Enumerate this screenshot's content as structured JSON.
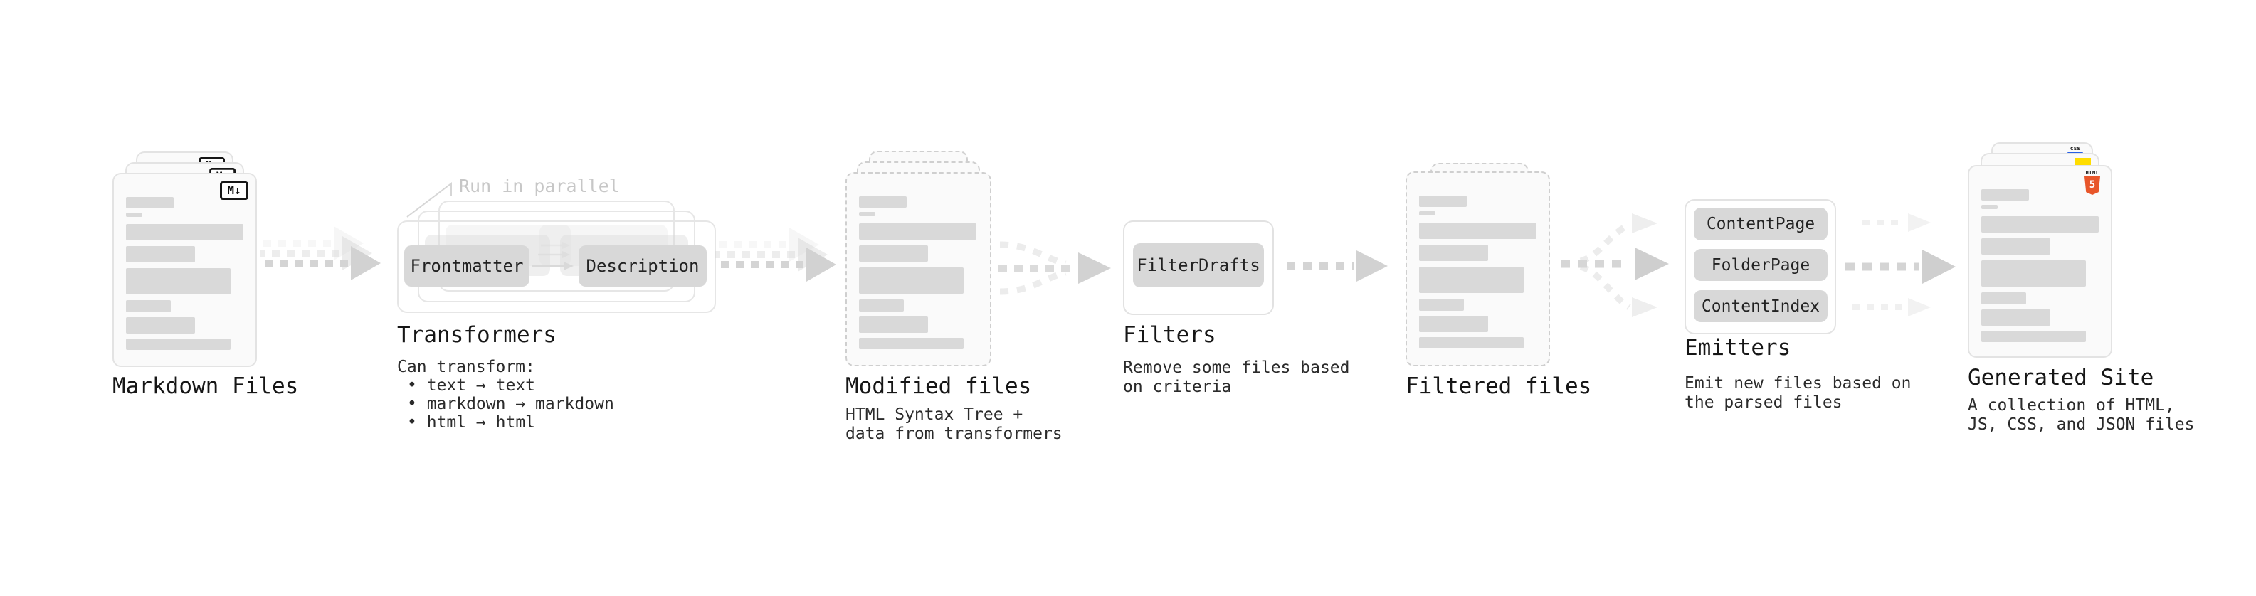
{
  "markdown_files": {
    "label": "Markdown Files",
    "badge": "M↓"
  },
  "transformers": {
    "title": "Transformers",
    "annotation": "Run in parallel",
    "boxes": [
      "Frontmatter",
      "Description"
    ],
    "description_heading": "Can transform:",
    "bullets": [
      "• text → text",
      "• markdown → markdown",
      "• html → html"
    ]
  },
  "modified_files": {
    "label": "Modified files",
    "description": [
      "HTML Syntax Tree +",
      "data from transformers"
    ]
  },
  "filters": {
    "title": "Filters",
    "box": "FilterDrafts",
    "description": [
      "Remove some files based",
      "on criteria"
    ]
  },
  "filtered_files": {
    "label": "Filtered files"
  },
  "emitters": {
    "title": "Emitters",
    "boxes": [
      "ContentPage",
      "FolderPage",
      "ContentIndex"
    ],
    "description": [
      "Emit new files based on",
      "the parsed files"
    ]
  },
  "generated_site": {
    "label": "Generated Site",
    "description": [
      "A collection of HTML,",
      "JS, CSS, and JSON files"
    ],
    "badges": {
      "css_label": "css",
      "html_label": "HTML",
      "html5_number": "5"
    }
  },
  "colors": {
    "background": "#ffffff",
    "card_bg": "#fafafa",
    "card_border": "#e3e3e3",
    "dashed_border": "#cfcfcf",
    "skeleton": "#d9d9d9",
    "gray_box": "#d8d8d8",
    "container_border": "#e6e6e6",
    "arrow_main": "#d4d4d4",
    "arrow_ghost": "#ececec",
    "annotation_text": "#c7c7c7",
    "title_text": "#161616",
    "html5_orange": "#e8562a",
    "js_yellow": "#ffdd00",
    "css_blue": "#2760e6"
  }
}
